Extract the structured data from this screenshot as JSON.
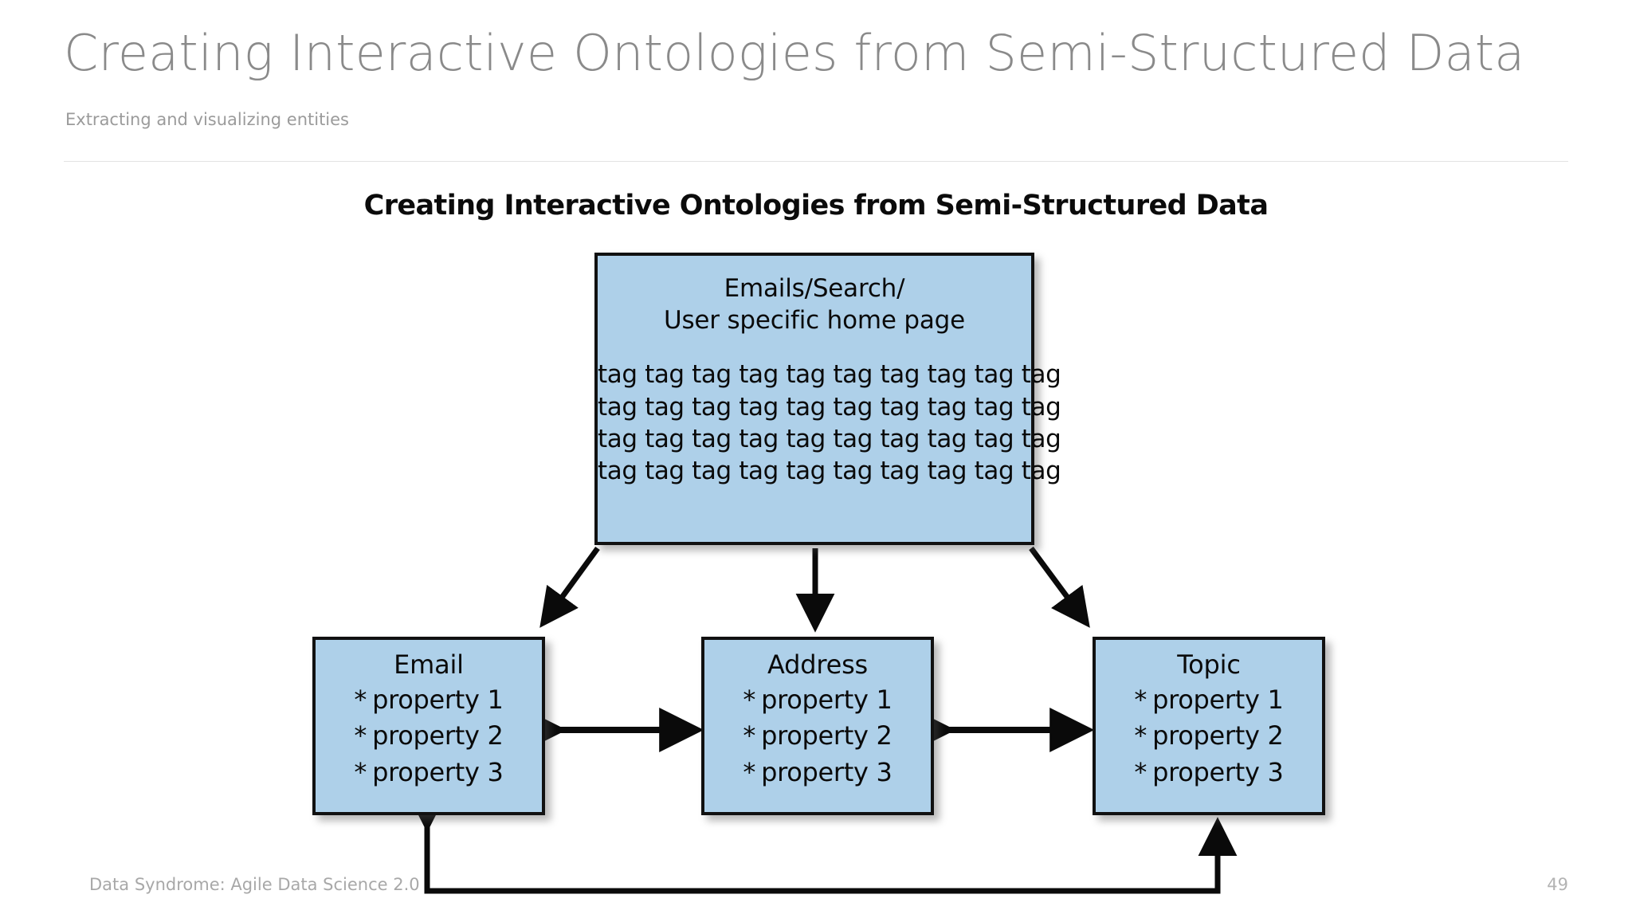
{
  "slide": {
    "title": "Creating Interactive Ontologies from Semi-Structured Data",
    "subtitle": "Extracting and visualizing entities"
  },
  "diagram": {
    "title": "Creating Interactive Ontologies from Semi-Structured Data",
    "node_fill_color": "#aed0e9",
    "node_border_color": "#111111",
    "root": {
      "heading_line_1": "Emails/Search/",
      "heading_line_2": "User specific home page",
      "tag_lines": [
        "tag tag tag tag tag tag tag tag tag tag",
        "tag tag tag tag tag tag tag tag tag tag",
        "tag tag tag tag tag tag tag tag tag tag",
        "tag tag tag tag tag tag tag tag tag tag"
      ]
    },
    "entities": [
      {
        "heading": "Email",
        "properties": [
          "property 1",
          "property 2",
          "property 3"
        ],
        "bullet": "*"
      },
      {
        "heading": "Address",
        "properties": [
          "property 1",
          "property 2",
          "property 3"
        ],
        "bullet": "*"
      },
      {
        "heading": "Topic",
        "properties": [
          "property 1",
          "property 2",
          "property 3"
        ],
        "bullet": "*"
      }
    ]
  },
  "footer": {
    "attribution": "Data Syndrome: Agile Data Science 2.0",
    "page_number": "49"
  }
}
